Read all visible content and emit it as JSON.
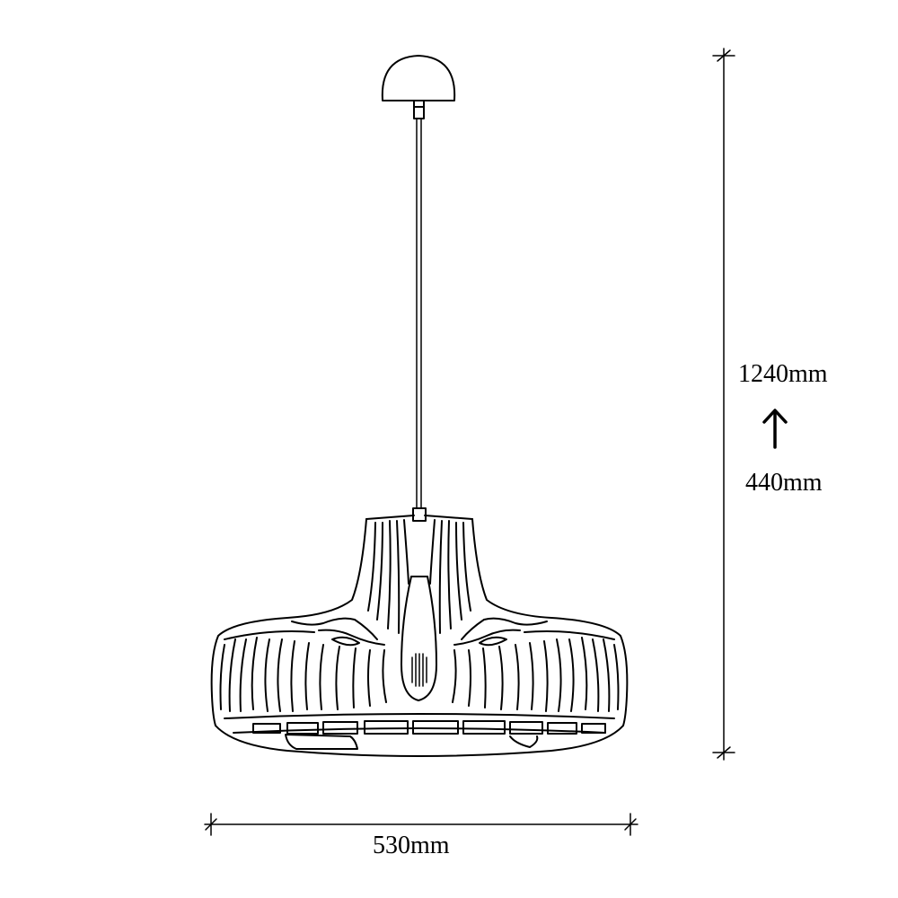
{
  "dimensions": {
    "height_max": "1240mm",
    "height_min": "440mm",
    "width": "530mm"
  },
  "colors": {
    "line": "#000000",
    "background": "#ffffff"
  },
  "icons": {
    "adjust_arrow": "arrow-up-icon"
  }
}
